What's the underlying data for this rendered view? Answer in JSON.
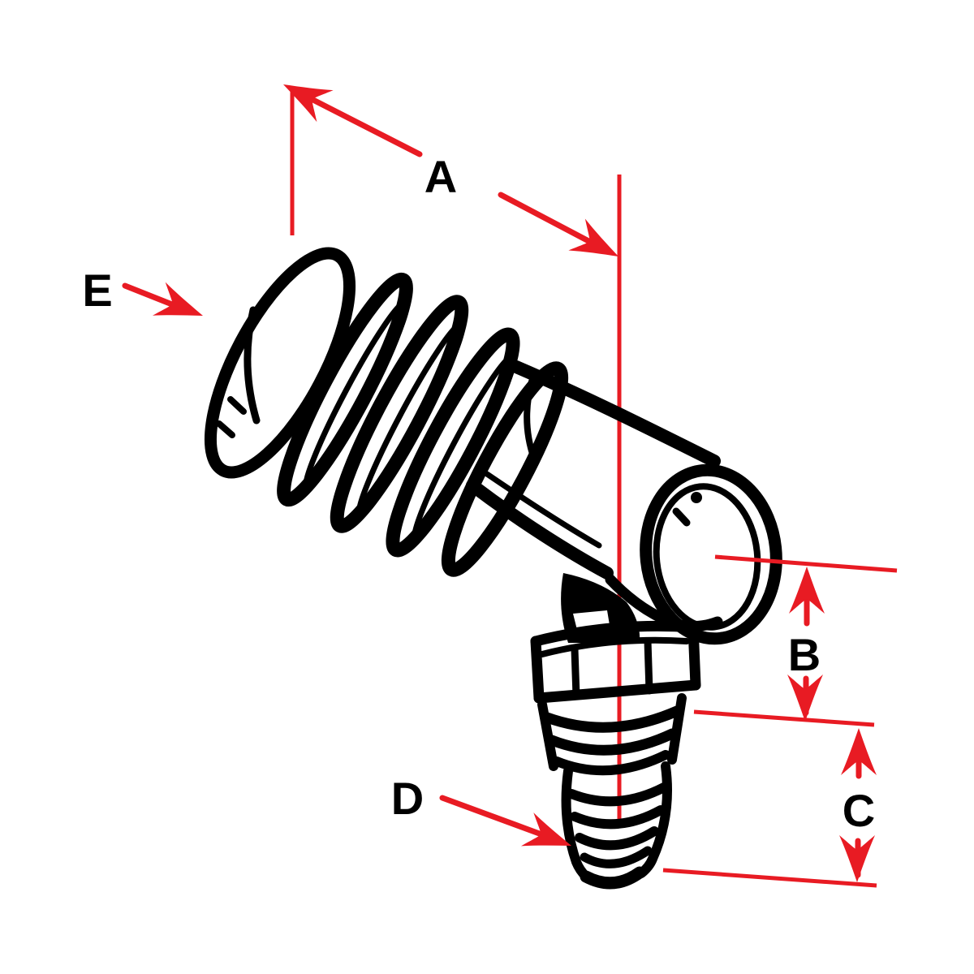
{
  "figure": {
    "colors": {
      "background": "#ffffff",
      "annotation_red": "#e81b23",
      "artwork_black": "#000000"
    },
    "labels": {
      "A": {
        "text": "A",
        "kind": "dimension"
      },
      "B": {
        "text": "B",
        "kind": "dimension"
      },
      "C": {
        "text": "C",
        "kind": "dimension"
      },
      "D": {
        "text": "D",
        "kind": "callout"
      },
      "E": {
        "text": "E",
        "kind": "callout"
      }
    }
  }
}
